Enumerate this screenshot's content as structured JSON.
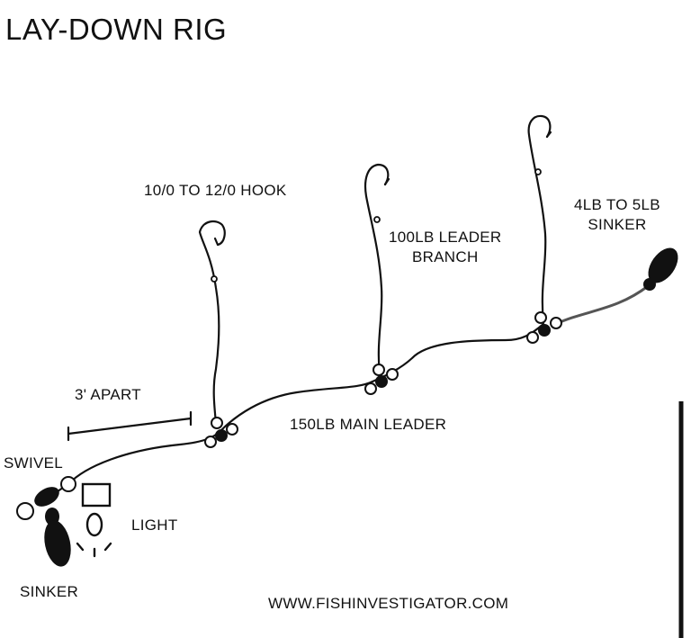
{
  "title": "LAY-DOWN RIG",
  "labels": {
    "hook": "10/0 TO 12/0 HOOK",
    "leader_branch_line1": "100LB LEADER",
    "leader_branch_line2": "BRANCH",
    "sinker_top_line1": "4LB TO 5LB",
    "sinker_top_line2": "SINKER",
    "spacing": "3' APART",
    "main_leader": "150LB MAIN LEADER",
    "swivel": "SWIVEL",
    "light": "LIGHT",
    "sinker_bottom": "SINKER",
    "website": "WWW.FISHINVESTIGATOR.COM"
  },
  "colors": {
    "line": "#111111",
    "sinker_line": "#555555",
    "background": "#ffffff"
  }
}
